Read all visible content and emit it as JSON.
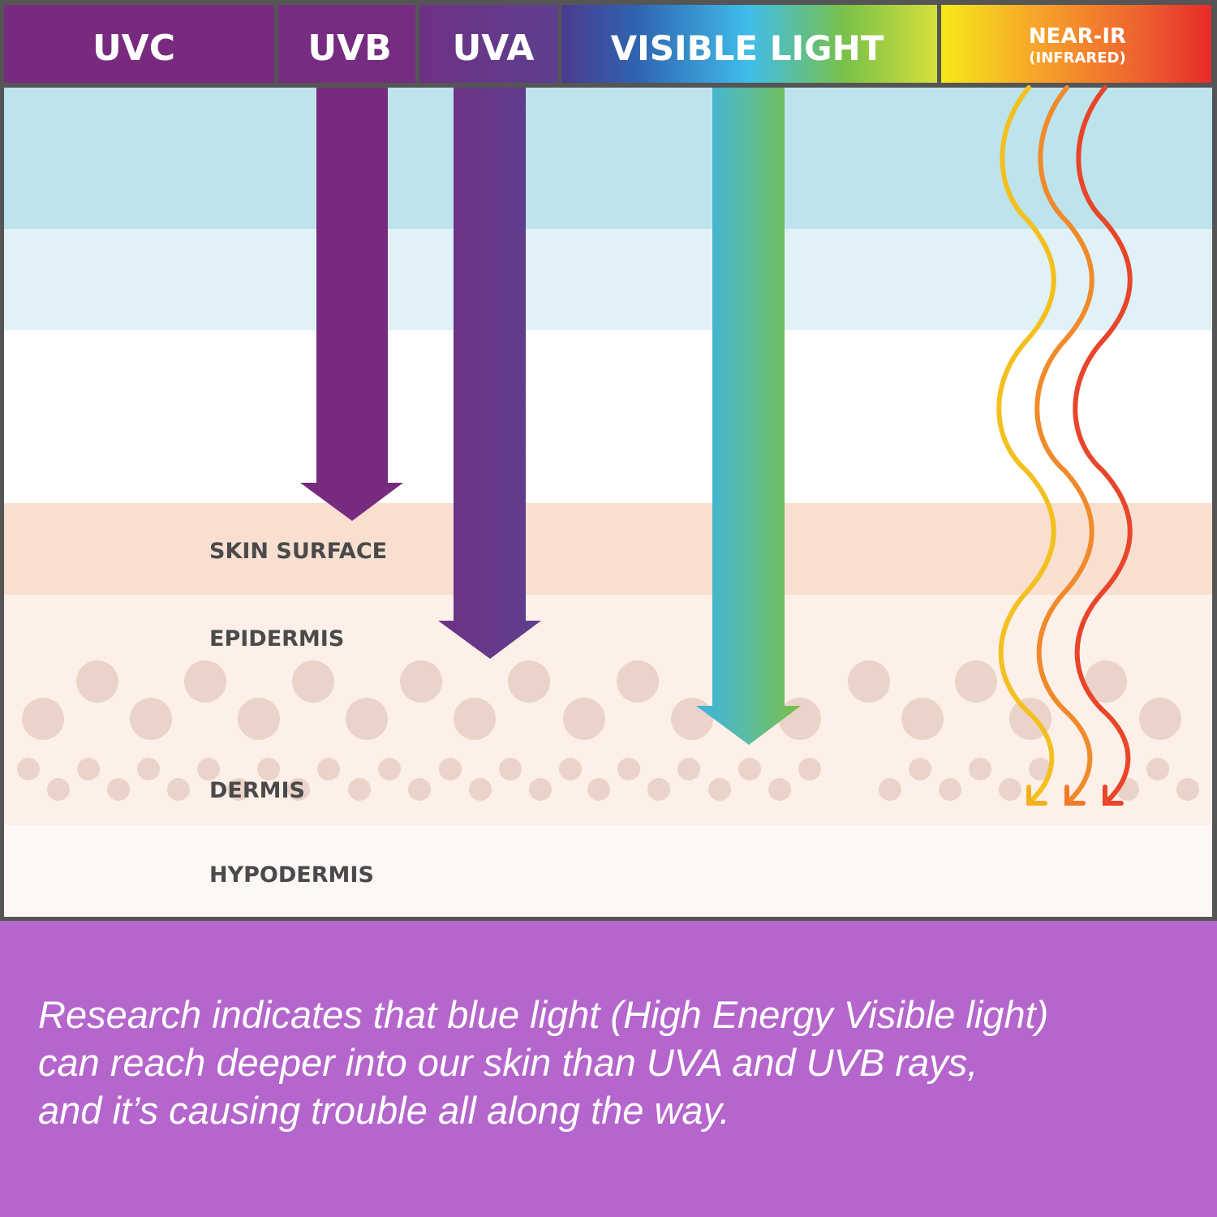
{
  "spectrum": {
    "uvc": "UVC",
    "uvb": "UVB",
    "uva": "UVA",
    "visible": "VISIBLE LIGHT",
    "near_ir": "NEAR-IR",
    "near_ir_sub": "(INFRARED)"
  },
  "layers": {
    "skin_surface": "SKIN SURFACE",
    "epidermis": "EPIDERMIS",
    "dermis": "DERMIS",
    "hypodermis": "HYPODERMIS"
  },
  "caption": {
    "line1": "Research indicates that blue light (High Energy Visible light)",
    "line2": "can reach deeper into our skin than UVA and UVB rays,",
    "line3": "and it’s causing trouble all along the way."
  },
  "colors": {
    "uv_purple": "#782a7e",
    "uva_purple": "#6a3a8a",
    "caption_bg": "#b466cc",
    "frame": "#555555"
  }
}
